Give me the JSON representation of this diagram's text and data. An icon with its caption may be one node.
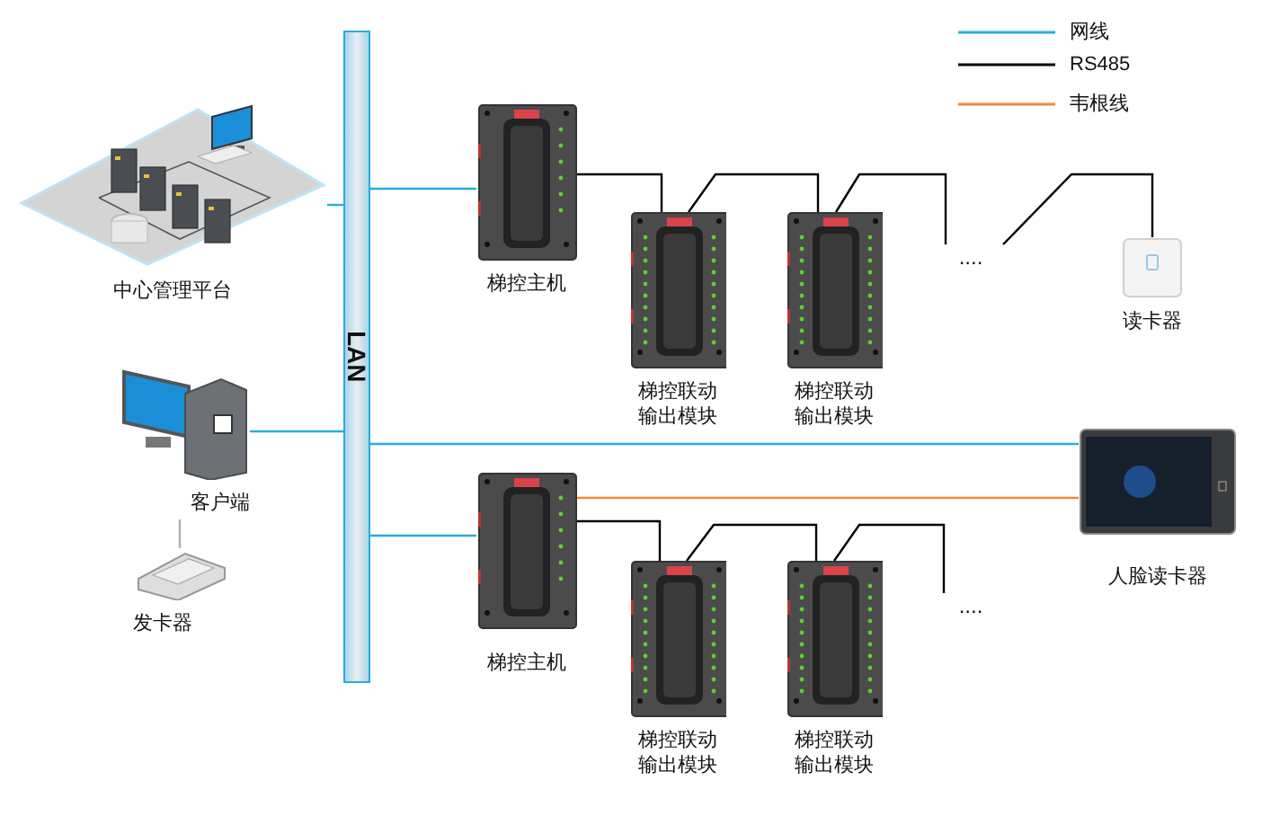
{
  "diagram": {
    "nodes": [
      {
        "text": [
          "LAN"
        ]
      },
      {
        "text": [
          "中心管理平台"
        ]
      },
      {
        "text": [
          "梯控主机"
        ]
      },
      {
        "text": [
          "梯控联动输出模块"
        ]
      },
      {
        "text": [
          "梯控联动输出模块"
        ]
      },
      {
        "text": [
          "...."
        ]
      },
      {
        "text": [
          "读卡器"
        ]
      },
      {
        "text": [
          "客户端"
        ]
      },
      {
        "text": [
          "发卡器"
        ]
      },
      {
        "text": [
          "人脸读卡器"
        ]
      },
      {
        "text": [
          "梯控主机"
        ]
      },
      {
        "text": [
          "梯控联动输出模块"
        ]
      },
      {
        "text": [
          "梯控联动输出模块"
        ]
      },
      {
        "text": [
          "...."
        ]
      }
    ],
    "edges": [
      {
        "from": 1,
        "to": 0,
        "arrow": "none",
        "color": "#29abe2"
      },
      {
        "from": 0,
        "to": 2,
        "arrow": "none",
        "color": "#29abe2"
      },
      {
        "from": 7,
        "to": 0,
        "arrow": "none",
        "color": "#29abe2"
      },
      {
        "from": 0,
        "to": 9,
        "arrow": "none",
        "color": "#29abe2"
      },
      {
        "from": 0,
        "to": 10,
        "arrow": "none",
        "color": "#29abe2"
      },
      {
        "from": 7,
        "to": 8,
        "arrow": "none",
        "color": "#b0b0b0"
      },
      {
        "from": 2,
        "to": 3,
        "arrow": "none"
      },
      {
        "from": 3,
        "to": 4,
        "arrow": "none"
      },
      {
        "from": 4,
        "to": 5,
        "arrow": "none"
      },
      {
        "from": 5,
        "to": 6,
        "arrow": "none"
      },
      {
        "from": 10,
        "to": 9,
        "arrow": "none",
        "color": "#f0883a"
      },
      {
        "from": 10,
        "to": 11,
        "arrow": "none"
      },
      {
        "from": 11,
        "to": 12,
        "arrow": "none"
      },
      {
        "from": 12,
        "to": 13,
        "arrow": "none"
      }
    ],
    "legend": [
      {
        "text": "网线",
        "color": "#29abe2"
      },
      {
        "text": "RS485",
        "color": "#000000"
      },
      {
        "text": "韦根线",
        "color": "#f0883a"
      }
    ]
  }
}
